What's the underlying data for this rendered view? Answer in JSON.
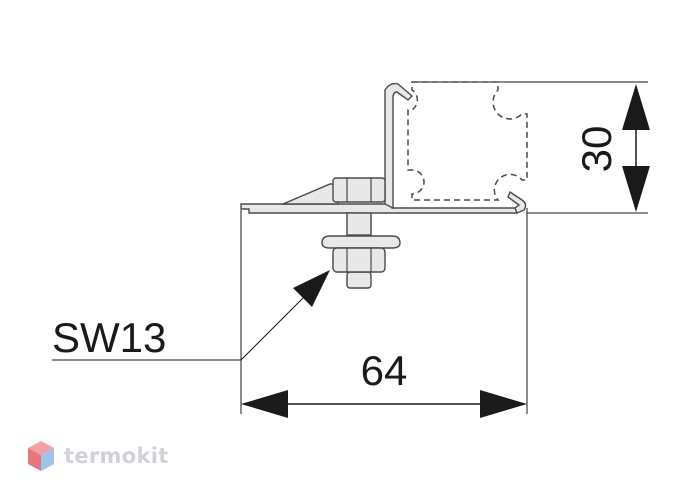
{
  "dimensions": {
    "height_label": "30",
    "width_label": "64",
    "wrench_label": "SW13"
  },
  "brand": {
    "name": "termokit",
    "colors": {
      "top": "#f2a0a6",
      "left": "#e6767f",
      "right": "#9fc4e8"
    }
  },
  "colors": {
    "line": "#1a1a1a",
    "metal": "#e8e8e8",
    "stroke": "#4a4a4a"
  }
}
